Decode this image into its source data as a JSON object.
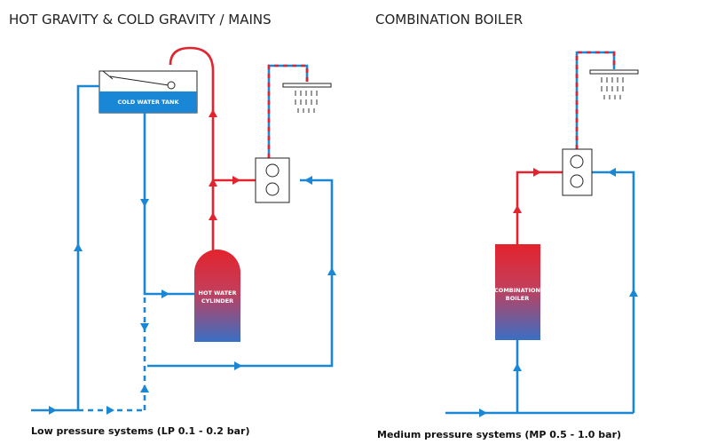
{
  "left": {
    "title": "HOT GRAVITY & COLD GRAVITY / MAINS",
    "tank_label": "COLD WATER TANK",
    "cylinder_label_1": "HOT WATER",
    "cylinder_label_2": "CYLINDER",
    "caption": "Low pressure systems (LP 0.1 - 0.2 bar)"
  },
  "right": {
    "title": "COMBINATION BOILER",
    "boiler_label_1": "COMBINATION",
    "boiler_label_2": "BOILER",
    "caption": "Medium pressure systems (MP 0.5 - 1.0 bar)"
  },
  "colors": {
    "cold": "#1a87d6",
    "hot": "#e3232d"
  },
  "icons": [
    "shower-head-icon",
    "mixer-valve-icon",
    "flow-arrow-icon"
  ]
}
